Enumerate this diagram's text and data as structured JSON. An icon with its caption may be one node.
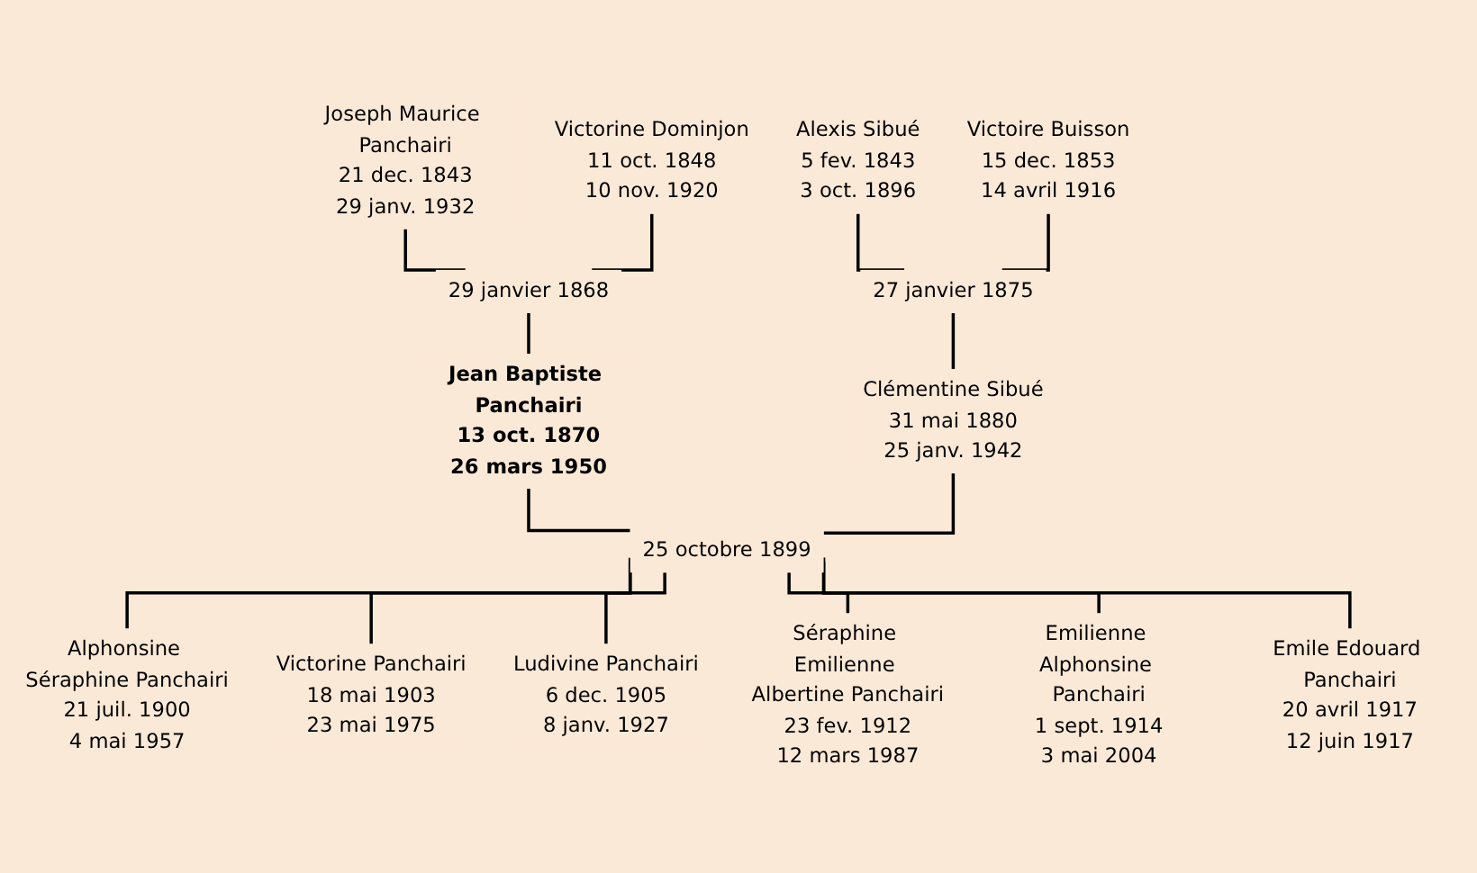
{
  "diagram": {
    "nodes": [
      {
        "text": [
          "Joseph Maurice Panchairi",
          "21 dec. 1843",
          "29 janv. 1932"
        ]
      },
      {
        "text": [
          "Victorine Dominjon",
          "11 oct. 1848",
          "10 nov. 1920"
        ]
      },
      {
        "text": [
          "Alexis Sibué",
          "5 fev. 1843",
          "3 oct. 1896"
        ]
      },
      {
        "text": [
          "Victoire Buisson",
          "15 dec. 1853",
          "14 avril 1916"
        ]
      },
      {
        "text": [
          "29 janvier 1868"
        ]
      },
      {
        "text": [
          "27 janvier 1875"
        ]
      },
      {
        "text": [
          "Jean Baptiste Panchairi",
          "13 oct. 1870",
          "26 mars 1950"
        ]
      },
      {
        "text": [
          "Clémentine Sibué",
          "31 mai 1880",
          "25 janv. 1942"
        ]
      },
      {
        "text": [
          "25 octobre 1899"
        ]
      },
      {
        "text": [
          "Alphonsine Séraphine Panchairi",
          "21 juil. 1900",
          "4 mai 1957"
        ]
      },
      {
        "text": [
          "Victorine Panchairi",
          "18 mai 1903",
          "23 mai 1975"
        ]
      },
      {
        "text": [
          "Ludivine Panchairi",
          "6 dec. 1905",
          "8 janv. 1927"
        ]
      },
      {
        "text": [
          "Séraphine Emilienne Albertine Panchairi",
          "23 fev. 1912",
          "12 mars 1987"
        ]
      },
      {
        "text": [
          "Emilienne Alphonsine Panchairi",
          "1 sept. 1914",
          "3 mai 2004"
        ]
      },
      {
        "text": [
          "Emile Edouard Panchairi",
          "20 avril 1917",
          "12 juin 1917"
        ]
      }
    ],
    "edges": [
      {
        "from": 0,
        "to": 4,
        "arrow": "none"
      },
      {
        "from": 1,
        "to": 4,
        "arrow": "none"
      },
      {
        "from": 4,
        "to": 6,
        "arrow": "none"
      },
      {
        "from": 2,
        "to": 5,
        "arrow": "none"
      },
      {
        "from": 3,
        "to": 5,
        "arrow": "none"
      },
      {
        "from": 5,
        "to": 7,
        "arrow": "none"
      },
      {
        "from": 6,
        "to": 8,
        "arrow": "none"
      },
      {
        "from": 7,
        "to": 8,
        "arrow": "none"
      },
      {
        "from": 8,
        "to": 9,
        "arrow": "none"
      },
      {
        "from": 8,
        "to": 10,
        "arrow": "none"
      },
      {
        "from": 8,
        "to": 11,
        "arrow": "none"
      },
      {
        "from": 8,
        "to": 12,
        "arrow": "none"
      },
      {
        "from": 8,
        "to": 13,
        "arrow": "none"
      },
      {
        "from": 8,
        "to": 14,
        "arrow": "none"
      }
    ]
  }
}
